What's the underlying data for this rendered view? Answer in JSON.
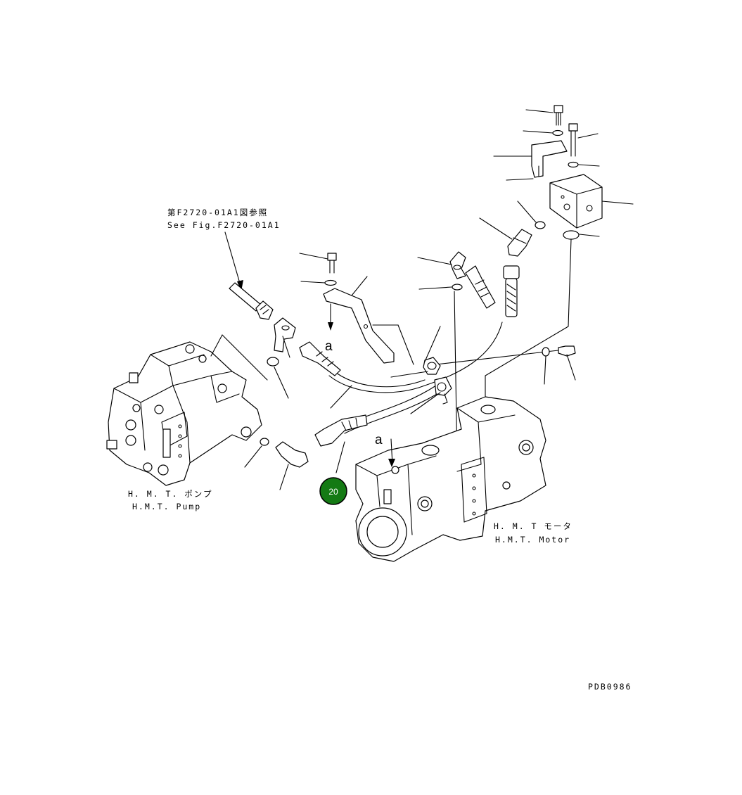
{
  "labels": {
    "ref_jp": "第F2720-01A1図参照",
    "ref_en": "See Fig.F2720-01A1",
    "pump_jp": "H. M. T. ポンプ",
    "pump_en": "H.M.T. Pump",
    "motor_jp": "H. M. T モータ",
    "motor_en": "H.M.T. Motor",
    "marker_a_top": "a",
    "marker_a_motor": "a",
    "drawing_code": "PDB0986"
  },
  "callouts": [
    {
      "number": "20",
      "color": "#147a14"
    }
  ]
}
